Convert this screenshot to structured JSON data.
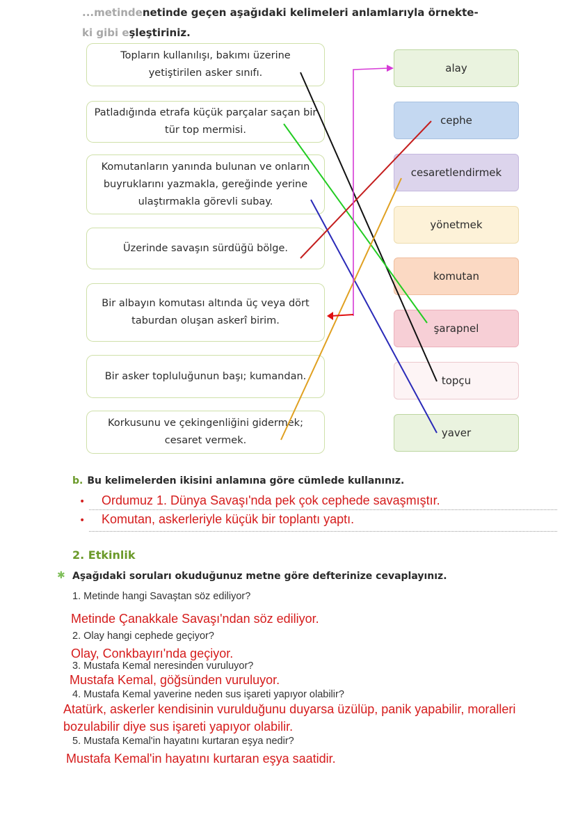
{
  "intro": {
    "line1_faded": "...metinde",
    "line1": "netinde geçen aşağıdaki kelimeleri anlamlarıyla örnekte-",
    "line2_faded": "ki gibi e",
    "line2": "şleştiriniz."
  },
  "definitions": [
    "Topların kullanılışı, bakımı üzerine yetiştirilen asker sınıfı.",
    "Patladığında etrafa küçük parçalar saçan bir tür top mermisi.",
    "Komutanların yanında bulunan ve onların buyruklarını yazmakla, gereğinde yerine ulaştırmakla görevli subay.",
    "Üzerinde savaşın sürdüğü bölge.",
    "Bir albayın komutası altında üç veya dört taburdan oluşan askerî birim.",
    "Bir asker topluluğunun başı; kumandan.",
    "Korkusunu ve çekingenliğini gidermek; cesaret vermek."
  ],
  "words": [
    {
      "label": "alay",
      "color": "#eaf3df",
      "border": "#bcd6a0"
    },
    {
      "label": "cephe",
      "color": "#c4d8f1",
      "border": "#a7c0e0"
    },
    {
      "label": "cesaretlendirmek",
      "color": "#dcd4ec",
      "border": "#c4b7de"
    },
    {
      "label": "yönetmek",
      "color": "#fdf2d8",
      "border": "#eddcae"
    },
    {
      "label": "komutan",
      "color": "#fbd9c3",
      "border": "#efbd9d"
    },
    {
      "label": "şarapnel",
      "color": "#f7cfd6",
      "border": "#ebb0bb"
    },
    {
      "label": "topçu",
      "color": "#fdf4f5",
      "border": "#ecc8cd"
    },
    {
      "label": "yaver",
      "color": "#eaf3df",
      "border": "#bcd6a0"
    }
  ],
  "line_colors": {
    "black": "#111111",
    "green": "#22cc22",
    "blue": "#2a2ab8",
    "red": "#c41e1e",
    "orange": "#e0a020",
    "magenta": "#d63ad6",
    "arrow_red": "#e01010"
  },
  "part_b": {
    "label": "b.",
    "instruction": "Bu kelimelerden ikisini anlamına göre cümlede kullanınız.",
    "bullet": "•",
    "sentences": [
      "Ordumuz 1. Dünya Savaşı'nda pek çok cephede savaşmıştır.",
      "Komutan, askerleriyle küçük bir toplantı yaptı."
    ]
  },
  "activity": {
    "heading": "2. Etkinlik",
    "star": "✱",
    "instruction": "Aşağıdaki soruları okuduğunuz metne göre defterinize cevaplayınız.",
    "items": [
      {
        "q": "1.  Metinde hangi Savaştan söz ediliyor?",
        "a": "Metinde Çanakkale Savaşı'ndan söz ediliyor."
      },
      {
        "q": "2.  Olay hangi cephede geçiyor?",
        "a": "Olay, Conkbayırı'nda geçiyor."
      },
      {
        "q": "3.  Mustafa Kemal neresinden vuruluyor?",
        "a": "Mustafa Kemal, göğsünden vuruluyor."
      },
      {
        "q": "4.  Mustafa Kemal yaverine neden sus işareti yapıyor olabilir?",
        "a": "Atatürk, askerler kendisinin vurulduğunu duyarsa üzülüp, panik yapabilir, moralleri",
        "a2": "bozulabilir diye sus işareti yapıyor olabilir."
      },
      {
        "q": "5.  Mustafa Kemal'in hayatını kurtaran eşya nedir?",
        "a": "Mustafa Kemal'in hayatını kurtaran eşya saatidir."
      }
    ]
  }
}
